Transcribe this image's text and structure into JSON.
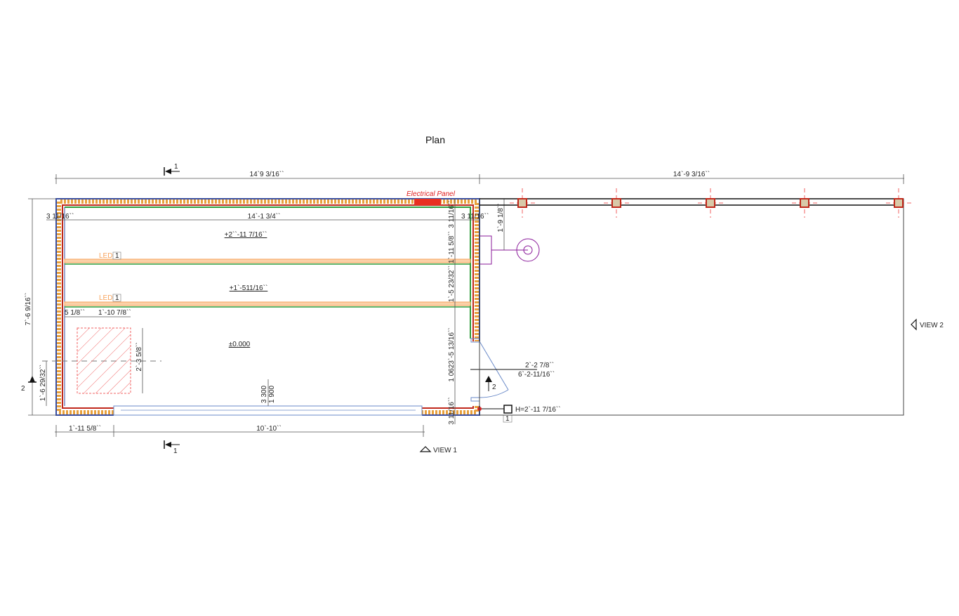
{
  "title": "Plan",
  "colors": {
    "wall_outer": "#3a4fa0",
    "wall_core": "#c0281b",
    "insulation": "#e8a03c",
    "finish": "#2e9e3c",
    "led": "#f7a35c",
    "electrical": "#e83020",
    "fixture": "#8a1a9a",
    "post_fill": "#d8c9a8"
  },
  "dimensions": {
    "overall_left": "14`9 3/16``",
    "overall_right": "14`-9 3/16``",
    "inner_width": "14`-1 3/4``",
    "wall_left": "3 11/16``",
    "wall_right": "3 11/16``",
    "wall_top_v": "3 11/16``",
    "wall_bottom_v": "3 11/16``",
    "height_total": "7`-6 9/16``",
    "left_lower": "1`-6 29/32``",
    "v_upper": "1`-11 5/8``",
    "v_middle": "1`-5 23/32``",
    "v_lower": "1 0623`-5 13/16``",
    "deck_offset": "1`-9 1/8``",
    "box_offset_x": "5 1/8``",
    "box_width": "1`-10 7/8``",
    "box_depth": "2`-3 5/8``",
    "bottom_left": "1`-11 5/8``",
    "bottom_opening": "10`-10``",
    "opening_h1": "3 300",
    "opening_h2": "1 900",
    "door_dim1": "2`-2 7/8``",
    "door_dim2": "6`-2-11/16``"
  },
  "levels": {
    "upper": "+2``-11 7/16``",
    "middle": "+1`-511/16``",
    "floor": "±0.000"
  },
  "labels": {
    "electrical_panel": "Electrical Panel",
    "led_label": "LED",
    "led_tag_1": "1",
    "led_tag_2": "1",
    "switch_height": "H=2`-11 7/16``",
    "switch_tag": "1",
    "section_1_top": "1",
    "section_1_bottom": "1",
    "section_2": "2",
    "section_2_door": "2",
    "view_1": "VIEW 1",
    "view_2": "VIEW 2"
  }
}
